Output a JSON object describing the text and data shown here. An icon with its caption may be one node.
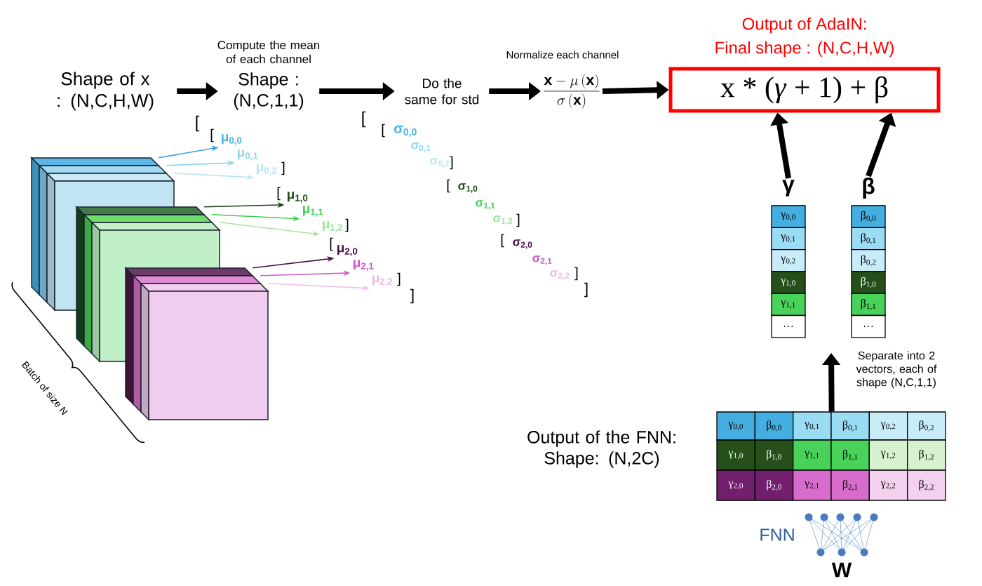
{
  "diagram": {
    "nodes": [
      {
        "text": [
          "Shape of x : (N,C,H,W)"
        ]
      },
      {
        "text": [
          "Compute the mean of each channel",
          "Shape : (N,C,1,1)"
        ]
      },
      {
        "text": [
          "Do the same for std"
        ]
      },
      {
        "text": [
          "Normalize each channel",
          "\\frac{\\mathbf{x}-\\mu\\left(\\mathbf{x}\\right)}{\\sigma\\left(\\mathbf{x}\\right)}"
        ]
      },
      {
        "text": [
          "Output of AdaIN:",
          "Final shape : (N,C,H,W)",
          "x * (*γ* + 1) + β"
        ]
      },
      {
        "text": [
          "γ"
        ]
      },
      {
        "text": [
          "γ$_{0,0}$"
        ]
      },
      {
        "text": [
          "γ$_{0,1}$"
        ]
      },
      {
        "text": [
          "γ$_{0,2}$"
        ]
      },
      {
        "text": [
          "γ$_{1,0}$"
        ]
      },
      {
        "text": [
          "γ$_{1,1}$"
        ]
      },
      {
        "text": [
          "…"
        ]
      },
      {
        "text": [
          "β"
        ]
      },
      {
        "text": [
          "β$_{0,0}$"
        ]
      },
      {
        "text": [
          "β$_{0,1}$"
        ]
      },
      {
        "text": [
          "β$_{0,2}$"
        ]
      },
      {
        "text": [
          "β$_{1,0}$"
        ]
      },
      {
        "text": [
          "β$_{1,1}$"
        ]
      },
      {
        "text": [
          "…"
        ]
      },
      {
        "text": [
          "Output of the FNN: Shape: (N,2C)"
        ]
      },
      {
        "text": [
          "γ$_{0,0}$"
        ]
      },
      {
        "text": [
          "β$_{0,0}$"
        ]
      },
      {
        "text": [
          "γ$_{0,1}$"
        ]
      },
      {
        "text": [
          "β$_{0,1}$"
        ]
      },
      {
        "text": [
          "γ$_{0,2}$"
        ]
      },
      {
        "text": [
          "β$_{0,2}$"
        ]
      },
      {
        "text": [
          "γ$_{1,0}$"
        ]
      },
      {
        "text": [
          "β$_{1,0}$"
        ]
      },
      {
        "text": [
          "γ$_{1,1}$"
        ]
      },
      {
        "text": [
          "β$_{1,1}$"
        ]
      },
      {
        "text": [
          "γ$_{1,2}$"
        ]
      },
      {
        "text": [
          "β$_{1,2}$"
        ]
      },
      {
        "text": [
          "γ$_{2,0}$"
        ]
      },
      {
        "text": [
          "β$_{2,0}$"
        ]
      },
      {
        "text": [
          "γ$_{2,1}$"
        ]
      },
      {
        "text": [
          "β$_{2,1}$"
        ]
      },
      {
        "text": [
          "γ$_{2,2}$"
        ]
      },
      {
        "text": [
          "β$_{2,2}$"
        ]
      },
      {
        "text": [
          "FNN",
          "W"
        ]
      },
      {
        "text": [],
        "shape": "box"
      },
      {
        "text": [],
        "shape": "box"
      },
      {
        "text": [],
        "shape": "box"
      },
      {
        "text": [],
        "shape": "box"
      },
      {
        "text": [],
        "shape": "box"
      },
      {
        "text": [],
        "shape": "box"
      },
      {
        "text": [],
        "shape": "box"
      },
      {
        "text": [],
        "shape": "box"
      },
      {
        "text": [],
        "shape": "box"
      },
      {
        "text": [
          "μ$_{0,0}$"
        ]
      },
      {
        "text": [
          "μ$_{0,1}$"
        ]
      },
      {
        "text": [
          "μ$_{0,2}$"
        ]
      },
      {
        "text": [
          "μ$_{1,0}$"
        ]
      },
      {
        "text": [
          "μ$_{1,1}$"
        ]
      },
      {
        "text": [
          "μ$_{1,2}$"
        ]
      },
      {
        "text": [
          "μ$_{2,0}$"
        ]
      },
      {
        "text": [
          "μ$_{2,1}$"
        ]
      },
      {
        "text": [
          "μ$_{2,2}$"
        ]
      }
    ],
    "edges": [
      {
        "from": 0,
        "to": 1,
        "arrow": "to",
        "style": "thick"
      },
      {
        "from": 1,
        "to": 2,
        "arrow": "to",
        "style": "thick"
      },
      {
        "from": 2,
        "to": 3,
        "arrow": "to",
        "style": "thick"
      },
      {
        "from": 3,
        "to": 4,
        "arrow": "to",
        "style": "thick"
      },
      {
        "from": 5,
        "to": 4,
        "arrow": "to",
        "style": "thick"
      },
      {
        "from": 12,
        "to": 4,
        "arrow": "to",
        "style": "thick"
      },
      {
        "from": 22,
        "to": null,
        "arrow": "to",
        "style": "thick",
        "label": "Separate into 2 vectors, each of shape (N,C,1,1)"
      },
      {
        "from": 39,
        "to": 48,
        "arrow": "to",
        "color": "#3a9fd8"
      },
      {
        "from": 40,
        "to": 49,
        "arrow": "to",
        "color": "#8fd3f2"
      },
      {
        "from": 41,
        "to": 50,
        "arrow": "to",
        "color": "#bde3f3"
      },
      {
        "from": 42,
        "to": 51,
        "arrow": "to",
        "color": "#1a3d14"
      },
      {
        "from": 43,
        "to": 52,
        "arrow": "to",
        "color": "#3ccf4e"
      },
      {
        "from": 44,
        "to": 53,
        "arrow": "to",
        "color": "#a8e6a0"
      },
      {
        "from": 45,
        "to": 54,
        "arrow": "to",
        "color": "#4a1046"
      },
      {
        "from": 46,
        "to": 55,
        "arrow": "to",
        "color": "#d35ec5"
      },
      {
        "from": 47,
        "to": 56,
        "arrow": "to",
        "color": "#f0c0ec"
      }
    ],
    "labels": [
      "[",
      "[",
      "]",
      "[",
      "]",
      "[",
      "]",
      "]",
      "[",
      "[",
      "σ$_{0,0}$",
      "σ$_{0,1}$",
      "σ$_{0,2}$",
      "]",
      "[",
      "σ$_{1,0}$",
      "σ$_{1,1}$",
      "σ$_{1,2}$",
      "]",
      "[",
      "σ$_{2,0}$",
      "σ$_{2,1}$",
      "σ$_{2,2}$",
      "]",
      "]",
      "Batch of size N"
    ]
  }
}
